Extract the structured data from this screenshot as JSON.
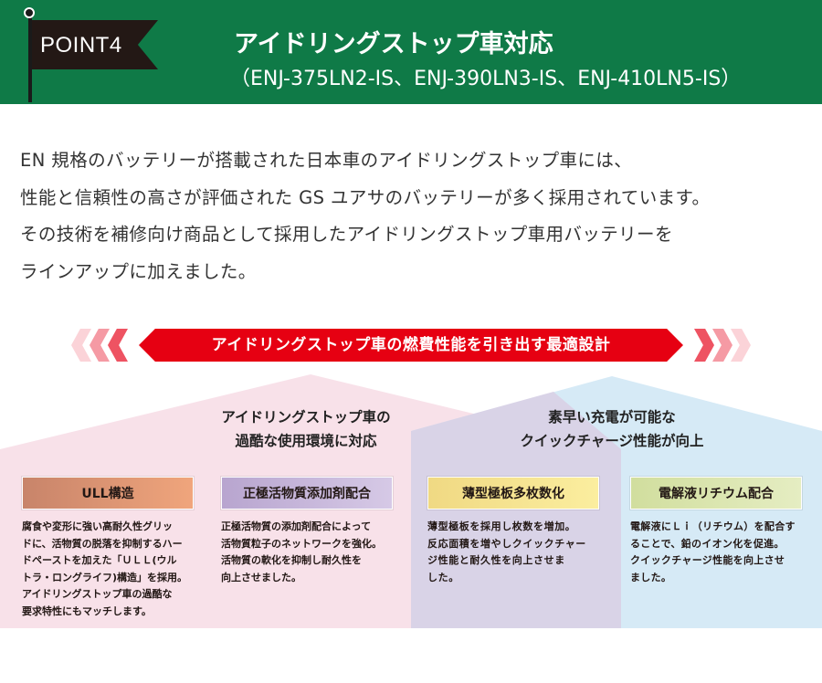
{
  "header": {
    "flag_label": "POINT4",
    "title": "アイドリングストップ車対応",
    "subtitle": "（ENJ-375LN2-IS、ENJ-390LN3-IS、ENJ-410LN5-IS）",
    "background_color": "#0f7a47"
  },
  "intro": {
    "lines": [
      "EN 規格のバッテリーが搭載された日本車のアイドリングストップ車には、",
      "性能と信頼性の高さが評価された GS ユアサのバッテリーが多く採用されています。",
      "その技術を補修向け商品として採用したアイドリングストップ車用バッテリーを",
      "ラインアップに加えました。"
    ]
  },
  "banner": {
    "text": "アイドリングストップ車の燃費性能を引き出す最適設計",
    "color": "#e60012"
  },
  "sections": [
    {
      "title_lines": [
        "アイドリングストップ車の",
        "過酷な使用環境に対応"
      ],
      "color": "#f8e1e9"
    },
    {
      "title_lines": [
        "素早い充電が可能な",
        "クイックチャージ性能が向上"
      ],
      "color": "#d6eaf6"
    }
  ],
  "features": [
    {
      "label": "ULL構造",
      "color": "#e9967a",
      "lines": [
        "腐食や変形に強い高耐久性グリッ",
        "ドに、活物質の脱落を抑制するハー",
        "ドペーストを加えた「ＵＬＬ(ウル",
        "トラ・ロングライフ)構造」を採用。",
        "アイドリングストップ車の過酷な",
        "要求特性にもマッチします。"
      ]
    },
    {
      "label": "正極活物質添加剤配合",
      "color": "#c3b3d6",
      "lines": [
        "正極活物質の添加剤配合によって",
        "活物質粒子のネットワークを強化。",
        "活物質の軟化を抑制し耐久性を",
        "向上させました。"
      ]
    },
    {
      "label": "薄型極板多枚数化",
      "color": "#f6e496",
      "lines": [
        "薄型極板を採用し枚数を増加。",
        "反応面積を増やしクイックチャー",
        "ジ性能と耐久性を向上させま",
        "した。"
      ]
    },
    {
      "label": "電解液リチウム配合",
      "color": "#d8e3ae",
      "lines": [
        "電解液にＬｉ（リチウム）を配合す",
        "ることで、鉛のイオン化を促進。",
        "クイックチャージ性能を向上させ",
        "ました。"
      ]
    }
  ]
}
